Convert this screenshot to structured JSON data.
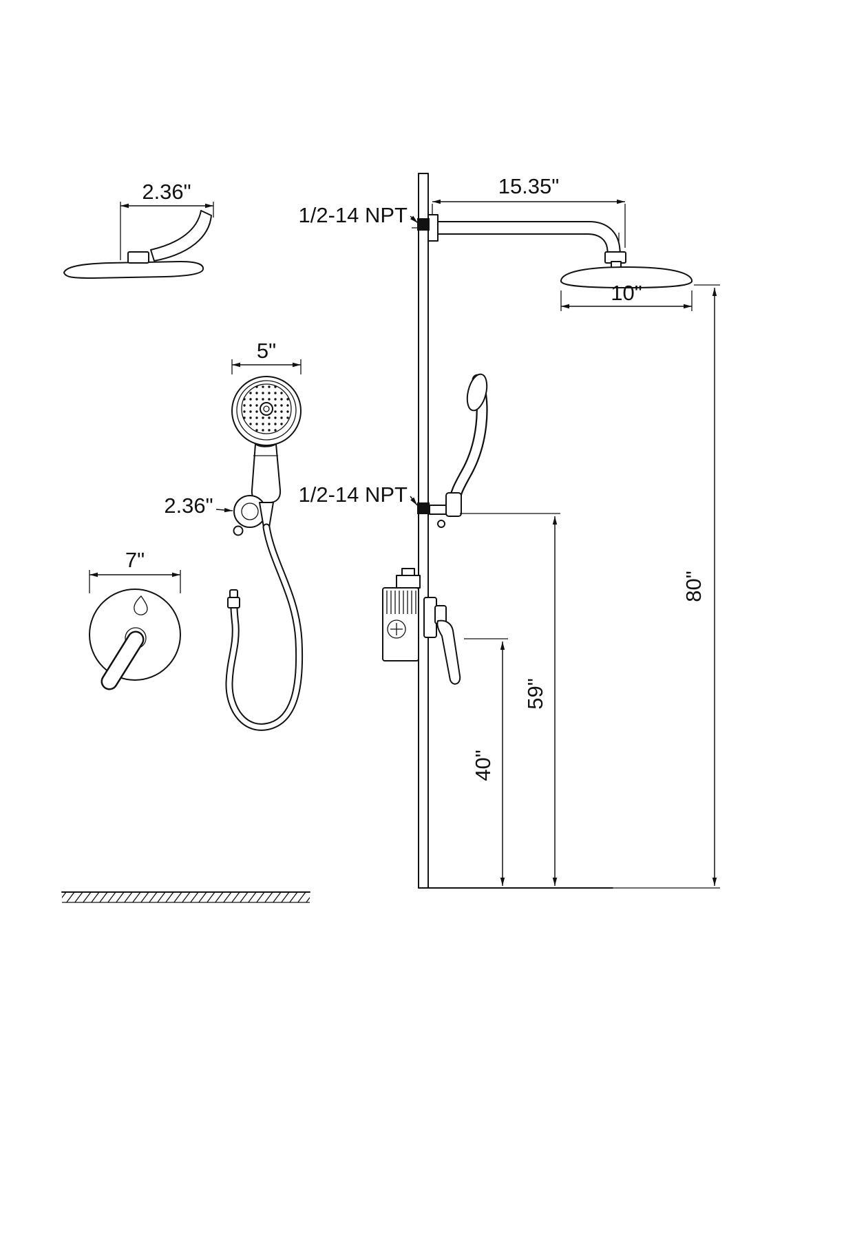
{
  "drawing": {
    "background": "#ffffff",
    "ink": "#111111",
    "labels": {
      "head_side_offset": "2.36\"",
      "hand_diameter": "5\"",
      "hand_bracket_offset": "2.36\"",
      "trim_diameter": "7\"",
      "arm_length": "15.35\"",
      "head_diameter": "10\"",
      "npt_top": "1/2-14 NPT",
      "npt_hand": "1/2-14 NPT",
      "height_head": "80\"",
      "height_hand": "59\"",
      "height_valve": "40\""
    }
  }
}
